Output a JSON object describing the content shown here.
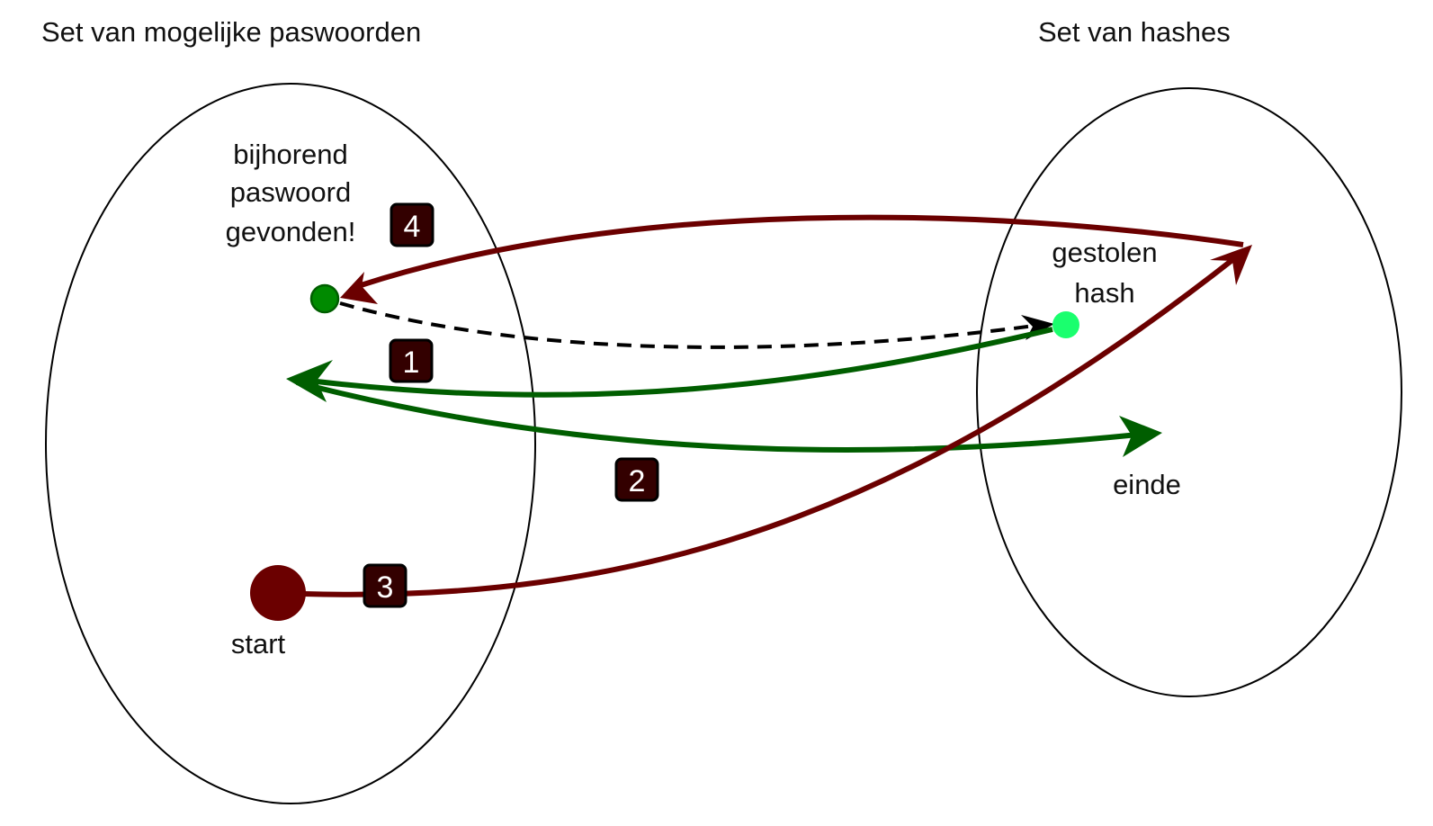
{
  "titles": {
    "left_set": "Set van mogelijke paswoorden",
    "right_set": "Set van hashes"
  },
  "labels": {
    "found_line1": "bijhorend",
    "found_line2": "paswoord",
    "found_line3": "gevonden!",
    "stolen_line1": "gestolen",
    "stolen_line2": "hash",
    "end": "einde",
    "start": "start"
  },
  "steps": [
    {
      "number": "1",
      "description": "green arrow from stolen hash to password set"
    },
    {
      "number": "2",
      "description": "green arrow from password set to einde"
    },
    {
      "number": "3",
      "description": "red arrow from start to hash set"
    },
    {
      "number": "4",
      "description": "red arrow from hash set to found password"
    }
  ],
  "colors": {
    "green_arrow": "#005e00",
    "red_arrow": "#6b0000",
    "badge_fill": "#330000",
    "found_dot": "#008a00",
    "stolen_dot": "#1aff6e",
    "start_dot": "#6b0000",
    "dashed": "#000000"
  }
}
